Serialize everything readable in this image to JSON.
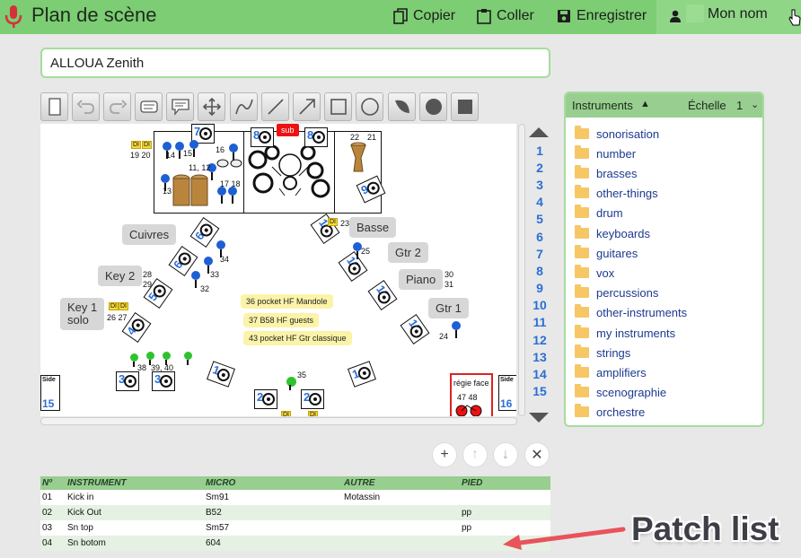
{
  "app": {
    "title": "Plan de scène"
  },
  "toolbar": {
    "copy_label": "Copier",
    "paste_label": "Coller",
    "save_label": "Enregistrer"
  },
  "user": {
    "name": "Mon nom"
  },
  "plan": {
    "title_value": "ALLOUA Zenith"
  },
  "line_numbers": [
    "1",
    "2",
    "3",
    "4",
    "5",
    "6",
    "7",
    "8",
    "9",
    "10",
    "11",
    "12",
    "13",
    "14",
    "15"
  ],
  "stage": {
    "labels": {
      "cuivres": "Cuivres",
      "key2": "Key 2",
      "key1": "Key 1\nsolo",
      "basse": "Basse",
      "gtr2": "Gtr 2",
      "piano": "Piano",
      "gtr1": "Gtr 1",
      "regie": "régie face",
      "sub": "sub"
    },
    "notes": [
      "36 pocket  HF Mandole",
      "37 B58 HF  guests",
      "43 pocket HF Gtr classique"
    ],
    "monitors": [
      "7",
      "8",
      "8",
      "9",
      "6",
      "6",
      "5",
      "4",
      "10",
      "11",
      "12",
      "13",
      "3",
      "3",
      "1",
      "2",
      "2",
      "1",
      "15",
      "16"
    ],
    "numbers": [
      "19 20",
      "14",
      "15",
      "16",
      "11, 12",
      "13",
      "17 18",
      "22",
      "21",
      "23",
      "34",
      "33",
      "32",
      "28\n29",
      "26 27",
      "25",
      "30\n31",
      "24",
      "38",
      "39, 40",
      "35",
      "47 48"
    ],
    "di": "DI",
    "side": "Side"
  },
  "patch": {
    "headers": [
      "Nº",
      "INSTRUMENT",
      "MICRO",
      "AUTRE",
      "PIED"
    ],
    "rows": [
      [
        "01",
        "Kick in",
        "Sm91",
        "Motassin",
        ""
      ],
      [
        "02",
        "Kick Out",
        "B52",
        "",
        "pp"
      ],
      [
        "03",
        "Sn top",
        "Sm57",
        "",
        "pp"
      ],
      [
        "04",
        "Sn botom",
        "604",
        "",
        ""
      ]
    ]
  },
  "panel": {
    "title": "Instruments",
    "scale_label": "Échelle",
    "scale_value": "1",
    "folders": [
      "sonorisation",
      "number",
      "brasses",
      "other-things",
      "drum",
      "keyboards",
      "guitares",
      "vox",
      "percussions",
      "other-instruments",
      "my instruments",
      "strings",
      "amplifiers",
      "scenographie",
      "orchestre"
    ]
  },
  "annotation": "Patch list",
  "colors": {
    "topbar": "#7ccd73",
    "accent_blue": "#2a6fd6",
    "panel_header": "#98ce8f",
    "annotation_arrow": "#e9535b"
  }
}
